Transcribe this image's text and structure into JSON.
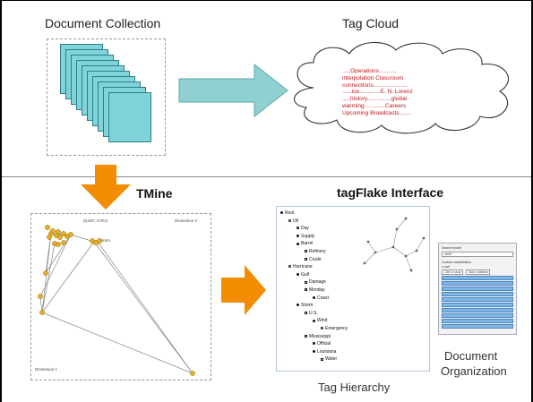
{
  "labels": {
    "document_collection": "Document Collection",
    "tag_cloud": "Tag Cloud",
    "tmine": "TMine",
    "tagflake_interface": "tagFlake Interface",
    "tag_hierarchy": "Tag Hierarchy",
    "document_organization_line1": "Document",
    "document_organization_line2": "Organization"
  },
  "tag_cloud_lines": [
    ".....Operations...........",
    "interpolation Classroom",
    "connections.....................",
    "......ice.............E. N. Lorenz",
    ".....history...............global",
    "warming.............Careers",
    "Upcoming Broadcasts......."
  ],
  "scatter": {
    "corner_label": "(8,837, 8.3%)",
    "dim2_label": "Dimension 2",
    "dim1_label": "Dimension 1",
    "storm_label": "Storm"
  },
  "tree": [
    {
      "label": "Root",
      "level": 0,
      "bullet": "filled"
    },
    {
      "label": "Oil",
      "level": 1,
      "bullet": "open"
    },
    {
      "label": "Day",
      "level": 2,
      "bullet": "filled"
    },
    {
      "label": "Supply",
      "level": 2,
      "bullet": "filled"
    },
    {
      "label": "Barrel",
      "level": 2,
      "bullet": "filled"
    },
    {
      "label": "Refinery",
      "level": 3,
      "bullet": "square"
    },
    {
      "label": "Crude",
      "level": 3,
      "bullet": "square"
    },
    {
      "label": "Hurricane",
      "level": 1,
      "bullet": "open"
    },
    {
      "label": "Gulf",
      "level": 2,
      "bullet": "filled"
    },
    {
      "label": "Damage",
      "level": 3,
      "bullet": "square"
    },
    {
      "label": "Monday",
      "level": 3,
      "bullet": "square"
    },
    {
      "label": "Coast",
      "level": 4,
      "bullet": "filled"
    },
    {
      "label": "Storm",
      "level": 2,
      "bullet": "filled"
    },
    {
      "label": "U.S.",
      "level": 3,
      "bullet": "square"
    },
    {
      "label": "Wind",
      "level": 4,
      "bullet": "filled"
    },
    {
      "label": "Emergency",
      "level": 5,
      "bullet": "open"
    },
    {
      "label": "Mississippi",
      "level": 3,
      "bullet": "square"
    },
    {
      "label": "Official",
      "level": 4,
      "bullet": "filled"
    },
    {
      "label": "Louisiana",
      "level": 4,
      "bullet": "filled"
    },
    {
      "label": "Water",
      "level": 5,
      "bullet": "square"
    }
  ],
  "org_panel": {
    "search_label": "Search tender",
    "input_value": "storft",
    "content_label": "Content classification",
    "radio_label": "o oarf",
    "tab1": "Cell to send",
    "tab2": "Not in labeled"
  },
  "colors": {
    "page_teal": "#7fd3d9",
    "arrow_teal": "#8fd0d0",
    "arrow_orange": "#f28c00",
    "tag_red": "#c0141b",
    "scatter_point": "#e8b020"
  }
}
